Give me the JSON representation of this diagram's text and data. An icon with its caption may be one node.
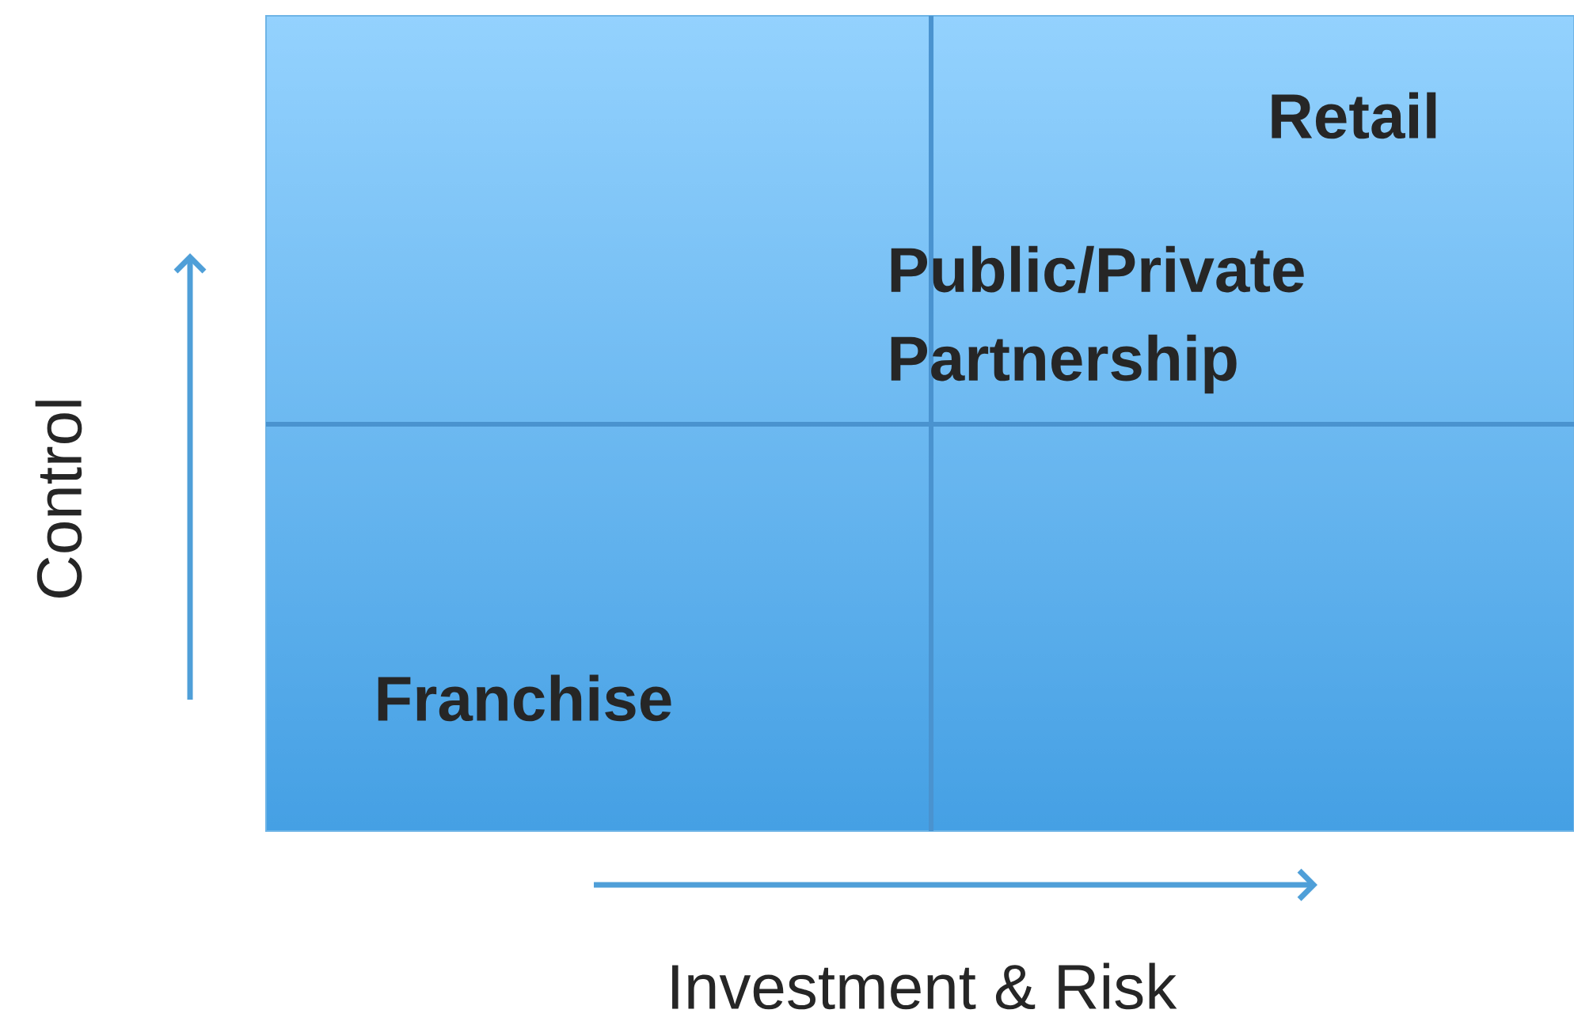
{
  "diagram": {
    "labels": [
      "Retail",
      "Public/Private Partnership",
      "Franchise",
      "Control",
      "Investment & Risk"
    ]
  }
}
